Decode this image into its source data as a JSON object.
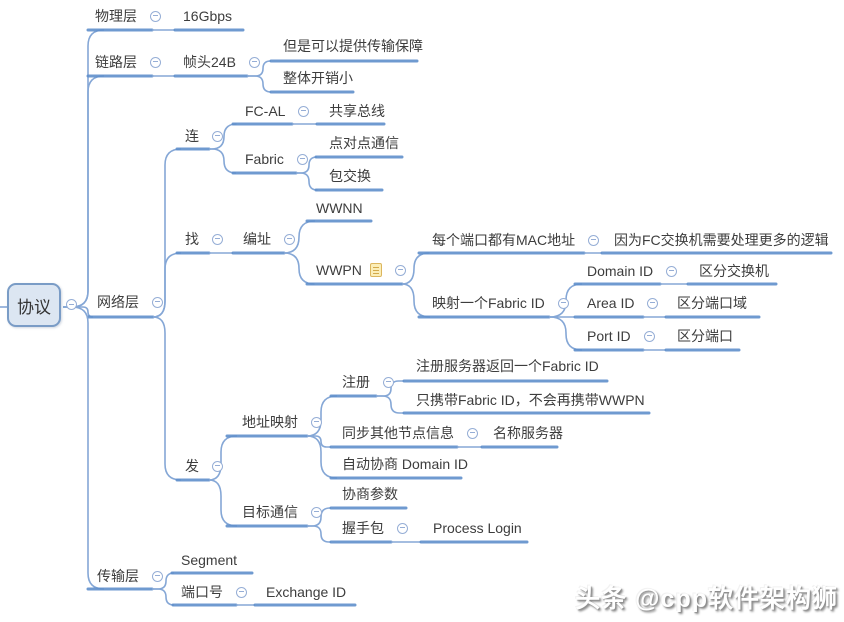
{
  "colors": {
    "underline": "#5f8fcb",
    "connector": "#85a7d6",
    "text": "#3d3d3d",
    "root_fill": "#dce6f2",
    "root_border": "#7a9cc6",
    "collapse_icon": "#96aed6",
    "note_fill": "#fbeeb8",
    "note_border": "#dcb65e"
  },
  "watermark": {
    "text": "头条 @cpp软件架构狮"
  },
  "mindmap": {
    "root": {
      "id": "root",
      "label": "协议",
      "children": [
        {
          "id": "wuli",
          "label": "物理层",
          "children": [
            {
              "id": "g16",
              "label": "16Gbps"
            }
          ]
        },
        {
          "id": "lianlu",
          "label": "链路层",
          "children": [
            {
              "id": "zhentou",
              "label": "帧头24B",
              "children": [
                {
                  "id": "danshi",
                  "label": "但是可以提供传输保障"
                },
                {
                  "id": "zhengti",
                  "label": "整体开销小"
                }
              ]
            }
          ]
        },
        {
          "id": "wangluo",
          "label": "网络层",
          "children": [
            {
              "id": "lian",
              "label": "连",
              "children": [
                {
                  "id": "fcal",
                  "label": "FC-AL",
                  "children": [
                    {
                      "id": "gongxiang",
                      "label": "共享总线"
                    }
                  ]
                },
                {
                  "id": "fabric",
                  "label": "Fabric",
                  "children": [
                    {
                      "id": "dianduidian",
                      "label": "点对点通信"
                    },
                    {
                      "id": "baojiaohuan",
                      "label": "包交换"
                    }
                  ]
                }
              ]
            },
            {
              "id": "zhao",
              "label": "找",
              "children": [
                {
                  "id": "bianzhi",
                  "label": "编址",
                  "children": [
                    {
                      "id": "wwnn",
                      "label": "WWNN"
                    },
                    {
                      "id": "wwpn",
                      "label": "WWPN",
                      "note": true,
                      "children": [
                        {
                          "id": "meige",
                          "label": "每个端口都有MAC地址",
                          "children": [
                            {
                              "id": "yinwei",
                              "label": "因为FC交换机需要处理更多的逻辑"
                            }
                          ]
                        },
                        {
                          "id": "ysfid",
                          "label": "映射一个Fabric ID",
                          "children": [
                            {
                              "id": "domain",
                              "label": "Domain ID",
                              "children": [
                                {
                                  "id": "qfjhj",
                                  "label": "区分交换机"
                                }
                              ]
                            },
                            {
                              "id": "area",
                              "label": "Area ID",
                              "children": [
                                {
                                  "id": "qfdky",
                                  "label": "区分端口域"
                                }
                              ]
                            },
                            {
                              "id": "port",
                              "label": "Port ID",
                              "children": [
                                {
                                  "id": "qfdk",
                                  "label": "区分端口"
                                }
                              ]
                            }
                          ]
                        }
                      ]
                    }
                  ]
                }
              ]
            },
            {
              "id": "fa",
              "label": "发",
              "children": [
                {
                  "id": "dzys",
                  "label": "地址映射",
                  "children": [
                    {
                      "id": "zhuce",
                      "label": "注册",
                      "children": [
                        {
                          "id": "zcfwq",
                          "label": "注册服务器返回一个Fabric ID"
                        },
                        {
                          "id": "zxd",
                          "label": "只携带Fabric ID，不会再携带WWPN"
                        }
                      ]
                    },
                    {
                      "id": "tongbu",
                      "label": "同步其他节点信息",
                      "children": [
                        {
                          "id": "mcfwq",
                          "label": "名称服务器"
                        }
                      ]
                    },
                    {
                      "id": "zidong",
                      "label": "自动协商 Domain ID"
                    }
                  ]
                },
                {
                  "id": "mubiao",
                  "label": "目标通信",
                  "children": [
                    {
                      "id": "xieshang",
                      "label": "协商参数"
                    },
                    {
                      "id": "woshou",
                      "label": "握手包",
                      "children": [
                        {
                          "id": "plogin",
                          "label": "Process Login"
                        }
                      ]
                    }
                  ]
                }
              ]
            }
          ]
        },
        {
          "id": "chuanshu",
          "label": "传输层",
          "children": [
            {
              "id": "segment",
              "label": "Segment"
            },
            {
              "id": "duankou",
              "label": "端口号",
              "children": [
                {
                  "id": "exid",
                  "label": "Exchange ID"
                }
              ]
            }
          ]
        }
      ]
    }
  }
}
